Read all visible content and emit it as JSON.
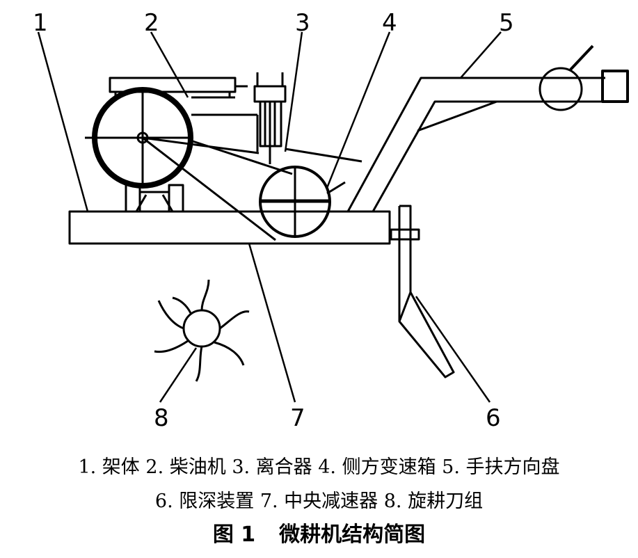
{
  "labels": {
    "n1": "1",
    "n2": "2",
    "n3": "3",
    "n4": "4",
    "n5": "5",
    "n6": "6",
    "n7": "7",
    "n8": "8"
  },
  "legend": {
    "line1": "1. 架体 2. 柴油机 3. 离合器 4. 侧方变速箱 5. 手扶方向盘",
    "line2": "6. 限深装置 7. 中央减速器 8. 旋耕刀组"
  },
  "caption": {
    "figure": "图 1",
    "title": "微耕机结构简图"
  }
}
